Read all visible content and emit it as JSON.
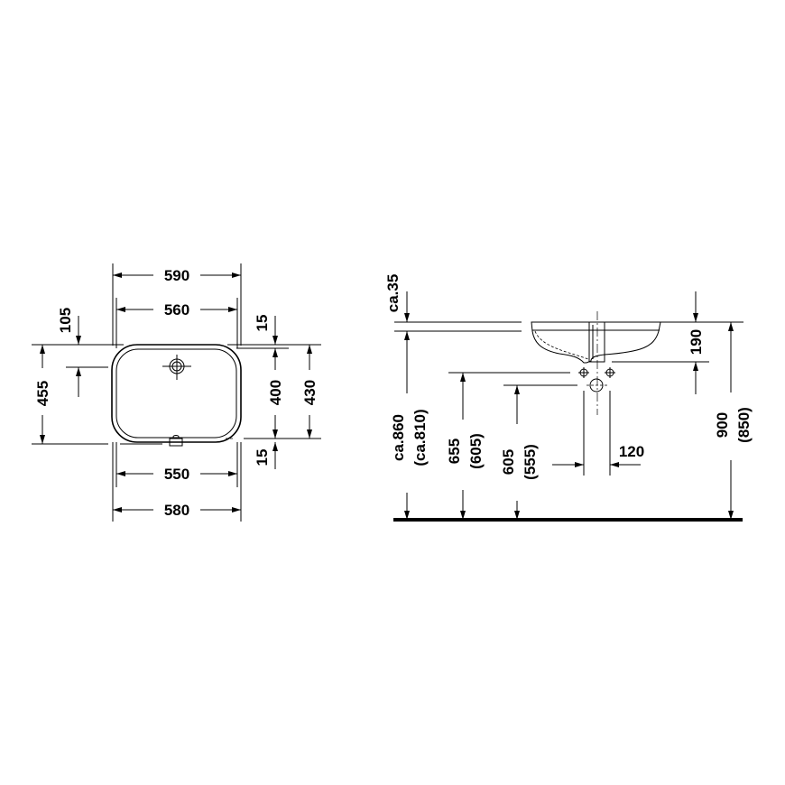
{
  "drawing": {
    "plan_view": {
      "dimensions": {
        "overall_width_top": "590",
        "inner_width_top": "560",
        "inner_width_bottom": "550",
        "overall_width_bottom": "580",
        "tap_hole_offset": "105",
        "overall_depth": "455",
        "rim_top": "15",
        "inner_depth": "400",
        "outer_depth": "430",
        "rim_bottom": "15"
      }
    },
    "side_view": {
      "dimensions": {
        "rim_thickness": "ca.35",
        "counter_height": "ca.860",
        "counter_height_alt": "(ca.810)",
        "supply_height": "655",
        "supply_height_alt": "(605)",
        "waste_height": "605",
        "waste_height_alt": "(555)",
        "supply_spacing": "120",
        "bowl_depth": "190",
        "rim_height": "900",
        "rim_height_alt": "(850)"
      }
    },
    "colors": {
      "line": "#000000",
      "background": "#ffffff"
    }
  }
}
